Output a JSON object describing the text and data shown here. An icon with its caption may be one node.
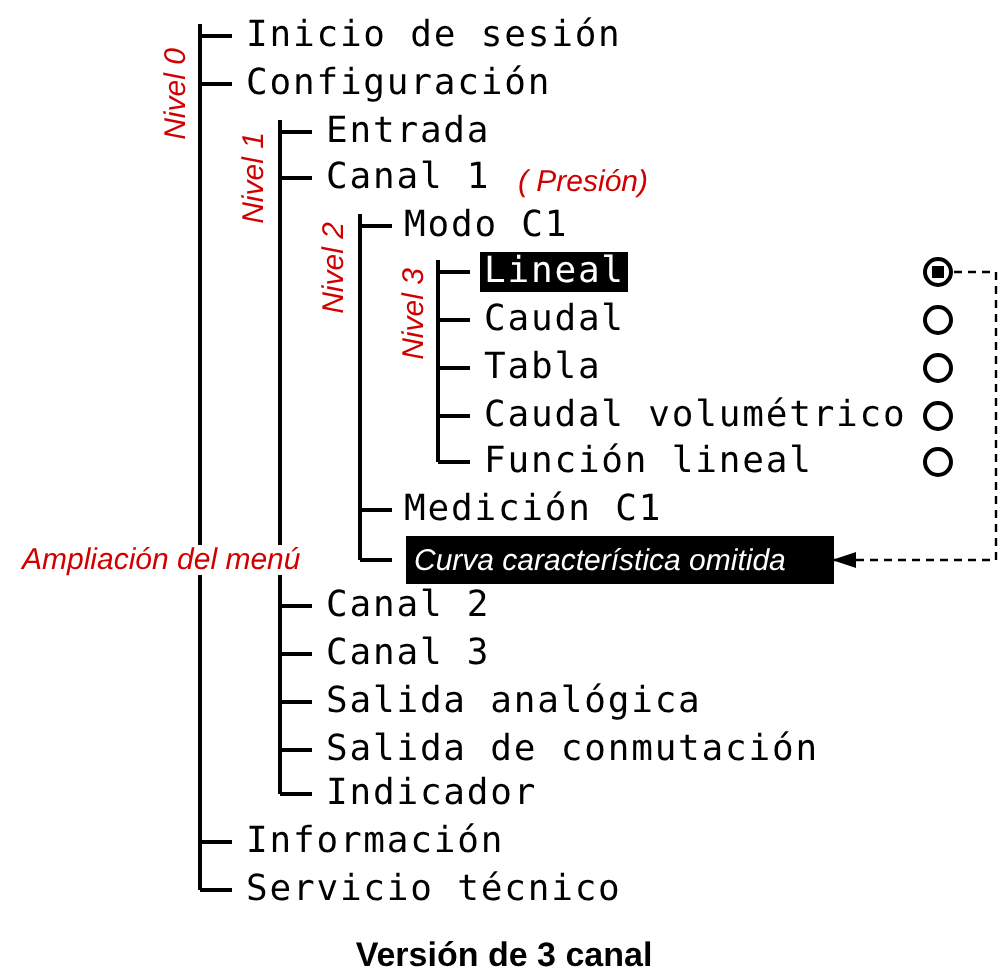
{
  "diagram": {
    "caption": "Versión de 3 canal",
    "nodes": [
      {
        "text": [],
        "shape": "circle"
      },
      {
        "text": [],
        "shape": "circle"
      },
      {
        "text": [],
        "shape": "circle"
      },
      {
        "text": [],
        "shape": "circle"
      },
      {
        "text": [],
        "shape": "circle"
      },
      {
        "text": [
          "Curva característica omitida"
        ]
      }
    ],
    "edges": [
      {
        "from": 0,
        "to": 5,
        "arrow": "to",
        "style": "dashed"
      }
    ],
    "labels": [
      "Nivel 0",
      "Inicio de sesión",
      "Configuración",
      "Nivel 1",
      "Entrada",
      "Canal 1",
      "( Presión)",
      "Nivel 2",
      "Modo C1",
      "Nivel 3",
      "Lineal",
      "Caudal",
      "Tabla",
      "Caudal volumétrico",
      "Función lineal",
      "Medición C1",
      "Ampliación del menú",
      "Canal 2",
      "Canal 3",
      "Salida analógica",
      "Salida de conmutación",
      "Indicador",
      "Información",
      "Servicio técnico"
    ]
  }
}
